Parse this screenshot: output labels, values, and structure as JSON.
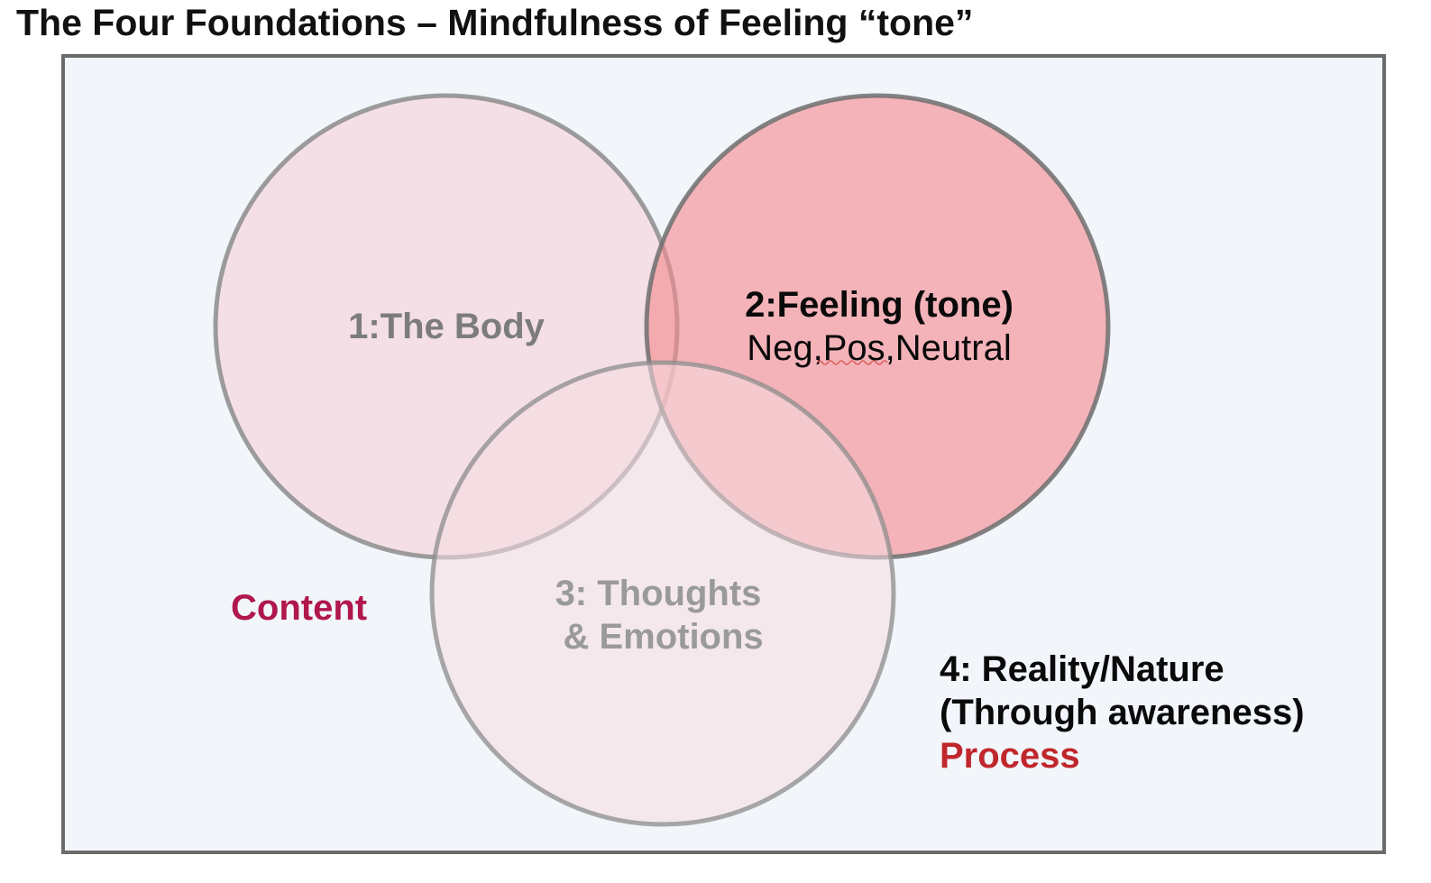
{
  "title": "The Four Foundations – Mindfulness of Feeling “tone”",
  "circles": {
    "body": {
      "label": "1:The Body"
    },
    "feeling": {
      "label": "2:Feeling (tone)",
      "sub": "Neg,Pos,Neutral"
    },
    "thoughts": {
      "line1": "3: Thoughts",
      "line2": " & Emotions"
    }
  },
  "side_labels": {
    "content": "Content",
    "reality_line1": "4: Reality/Nature",
    "reality_line2": "(Through awareness)",
    "process": "Process"
  },
  "colors": {
    "background": "#f2f5fa",
    "frame": "#6b6b6b",
    "body_fill": "#f4dfe4",
    "feeling_fill": "#f4a0a4",
    "thoughts_fill": "#f7e4e9",
    "circle_stroke": "#8c8c8c",
    "content": "#b0174b",
    "process": "#c0272d"
  }
}
